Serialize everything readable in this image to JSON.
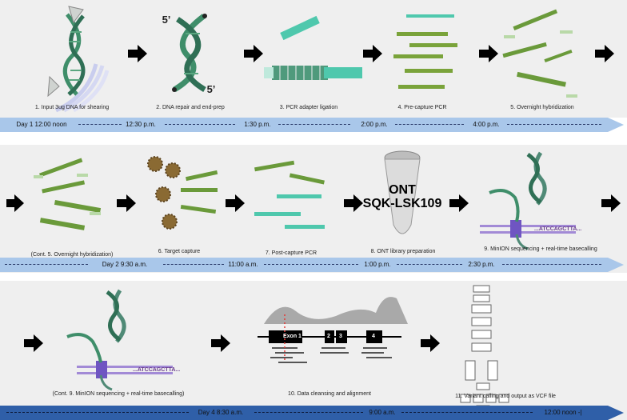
{
  "colors": {
    "panel": "#efefef",
    "arrow": "#000000",
    "dna_green": "#3f8e4a",
    "frag_green": "#7aa33a",
    "adapter_teal": "#4fc8ad",
    "bead": "#8a6a33",
    "timeline": "#a9c7ea",
    "timeline_dark": "#2f5fa8",
    "membrane": "#a28ad6",
    "sequence_text": "#6b3f8f"
  },
  "rows": [
    {
      "steps": [
        {
          "caption": "1. Input 3ug DNA for shearing"
        },
        {
          "caption": "2. DNA repair and end-prep",
          "label_top": "5’",
          "label_bottom": "5’"
        },
        {
          "caption": "3. PCR adapter ligation"
        },
        {
          "caption": "4. Pre-capture PCR"
        },
        {
          "caption": "5. Overnight hybridization"
        }
      ],
      "timeline": {
        "day": "Day 1 12:00  noon",
        "ticks": [
          "12:30 p.m.",
          "1:30 p.m.",
          "2:00 p.m.",
          "4:00 p.m."
        ]
      }
    },
    {
      "steps": [
        {
          "caption": "(Cont. 5. Overnight hybridization)"
        },
        {
          "caption": "6. Target capture"
        },
        {
          "caption": "7. Post-capture PCR"
        },
        {
          "caption": "8. ONT library preparation",
          "kit_line1": "ONT",
          "kit_line2": "SQK-LSK109"
        },
        {
          "caption": "9. MinION sequencing + real-time basecalling",
          "sequence": "...ATCCAGCTTA..."
        }
      ],
      "timeline": {
        "day": "Day 2  9:30 a.m.",
        "ticks": [
          "11:00 a.m.",
          "1:00 p.m.",
          "2:30 p.m."
        ]
      }
    },
    {
      "steps": [
        {
          "caption": "(Cont. 9. MinION sequencing + real-time basecalling)",
          "sequence": "...ATCCAGCTTA..."
        },
        {
          "caption": "10. Data cleansing and alignment",
          "exons": [
            "Exon 1",
            "2",
            "3",
            "4"
          ]
        },
        {
          "caption": "11. Variant calling and output as VCF file"
        }
      ],
      "timeline": {
        "day": "Day 4 8:30 a.m.",
        "ticks": [
          "9:00 a.m.",
          "12:00 noon  -|"
        ]
      }
    }
  ]
}
